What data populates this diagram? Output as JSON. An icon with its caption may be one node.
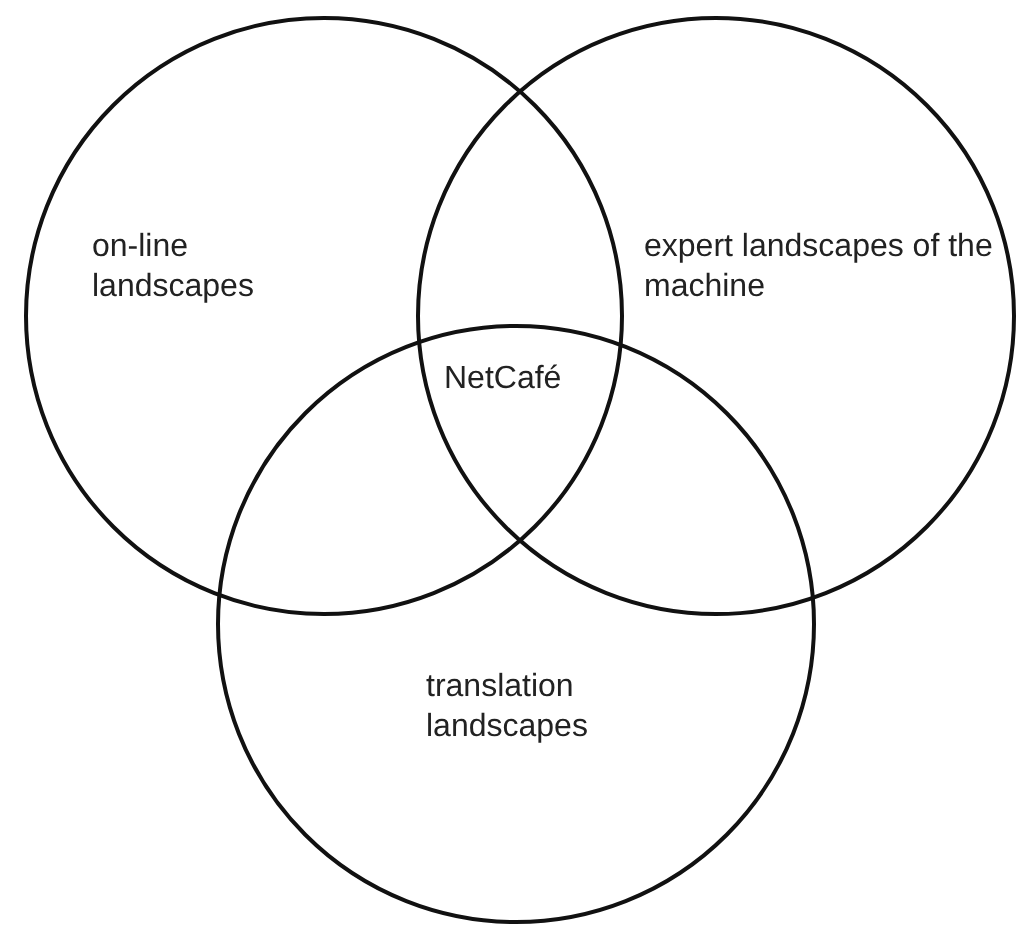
{
  "diagram": {
    "nodes": [
      {
        "text": [
          "on-line landscapes"
        ]
      },
      {
        "text": [
          "expert landscapes of the machine"
        ]
      },
      {
        "text": [
          "translation landscapes"
        ]
      }
    ],
    "labels": [
      "NetCafé"
    ]
  }
}
